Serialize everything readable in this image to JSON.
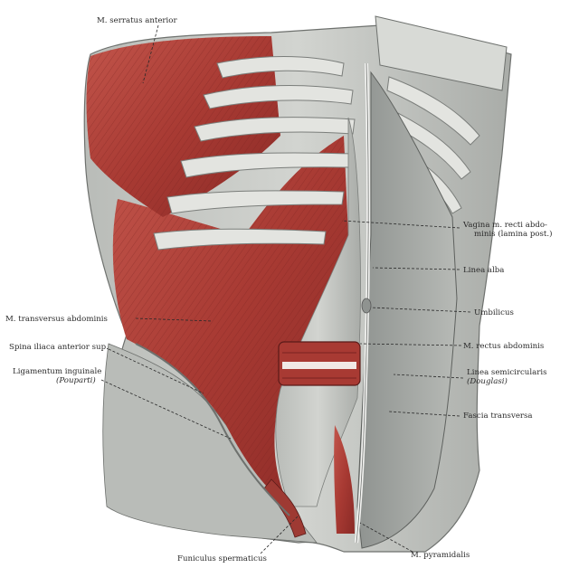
{
  "labels": {
    "serratus": "M. serratus anterior",
    "vagina_1": "Vagina m. recti abdo-",
    "vagina_2": "minis (lamina post.)",
    "linea_alba": "Linea alba",
    "umbilicus": "Umbilicus",
    "transversus": "M. transversus abdominis",
    "spina": "Spina iliaca anterior sup.",
    "rectus": "M. rectus abdominis",
    "ligamentum": "Ligamentum inguinale",
    "poupart": "(Pouparti)",
    "semicircularis": "Linea semicircularis",
    "douglasi": "(Douglasi)",
    "fascia": "Fascia transversa",
    "funiculus": "Funiculus spermaticus",
    "pyramidalis": "M. pyramidalis"
  },
  "colors": {
    "muscle": "#b5443c",
    "muscle_dark": "#8a2a26",
    "fascia": "#c9ccc8",
    "fascia_dark": "#8f9390",
    "bone": "#e3e4e0",
    "line": "#2a2a2a"
  }
}
